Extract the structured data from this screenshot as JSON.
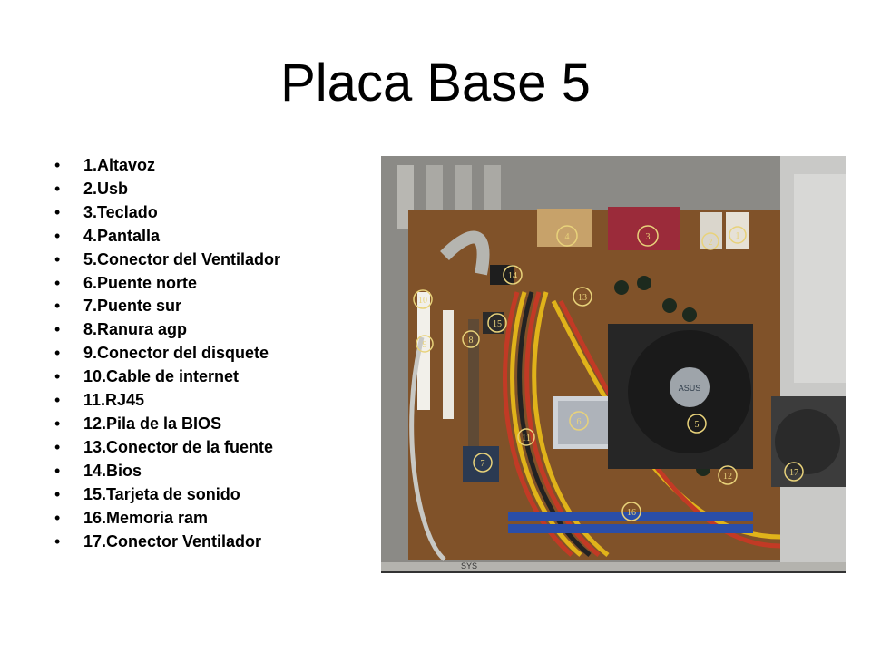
{
  "slide": {
    "title": "Placa Base 5"
  },
  "components": [
    "1.Altavoz",
    "2.Usb",
    "3.Teclado",
    "4.Pantalla",
    "5.Conector del Ventilador",
    "6.Puente norte",
    "7.Puente sur",
    "8.Ranura agp",
    "9.Conector del disquete",
    "10.Cable de internet",
    "11.RJ45",
    "12.Pila de la BIOS",
    "13.Conector de la fuente",
    "14.Bios",
    "15.Tarjeta de sonido",
    "16.Memoria ram",
    "17.Conector Ventilador"
  ],
  "photo": {
    "callouts": [
      "1",
      "2",
      "3",
      "4",
      "5",
      "6",
      "7",
      "8",
      "9",
      "10",
      "11",
      "12",
      "13",
      "14",
      "15",
      "16",
      "17"
    ],
    "chip_text": "ASUS",
    "case_text": "SYS"
  },
  "colors": {
    "text": "#000000",
    "background": "#ffffff",
    "callout": "#e8d27a"
  }
}
